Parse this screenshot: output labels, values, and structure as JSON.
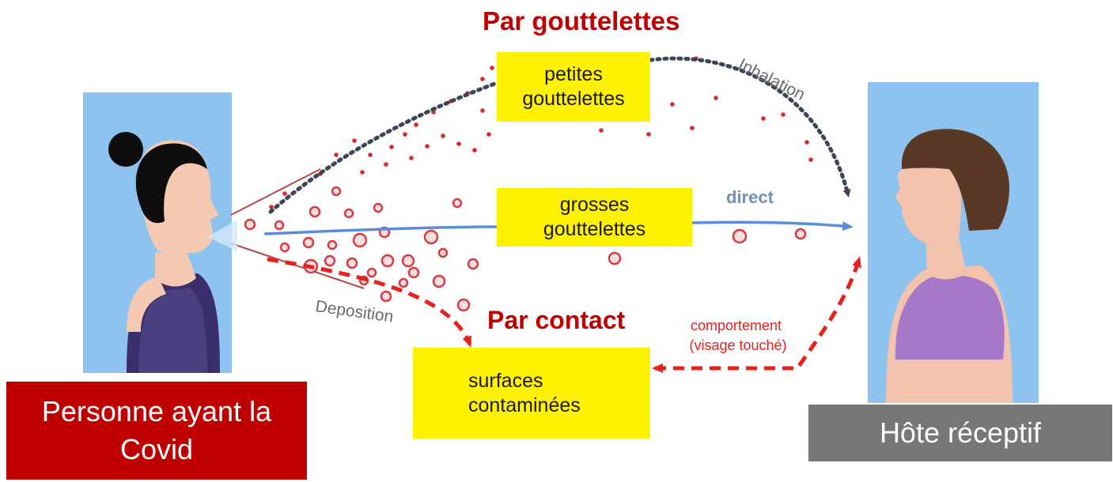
{
  "title_droplets": "Par gouttelettes",
  "title_contact": "Par contact",
  "boxes": {
    "small_droplets": "petites\ngouttelettes",
    "large_droplets": "grosses\ngouttelettes",
    "surfaces": "surfaces\ncontaminées"
  },
  "arrows": {
    "inhalation": "Inhalation",
    "direct": "direct",
    "deposition": "Deposition",
    "behavior": "comportement\n(visage touché)"
  },
  "captions": {
    "source": "Personne ayant la\nCovid",
    "host": "Hôte réceptif"
  },
  "colors": {
    "accent_red": "#c00000",
    "arrow_red": "#e8201e",
    "direct_blue": "#5b8ed6",
    "inhalation_dark": "#3a4656",
    "panel_blue": "#8fc3ef",
    "box_yellow": "#fff200",
    "caption_grey": "#777777"
  }
}
